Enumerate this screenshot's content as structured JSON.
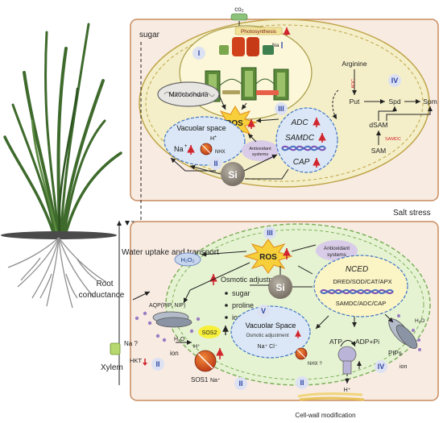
{
  "colors": {
    "panel_fill": "#f8ebe2",
    "panel_border": "#c88b5e",
    "cell_fill": "#f4efc9",
    "cell_border": "#c0a54a",
    "root_cell_fill": "#e6f3d2",
    "root_cell_border": "#7fb05d",
    "vacuole_fill": "#dbe7f6",
    "vacuole_border": "#3f74c7",
    "ros_fill": "#f6cf3a",
    "si_fill": "#958d7f",
    "antioxidant_fill": "#d9cce8",
    "nced_fill": "#fbf4c5",
    "numeral_fill": "#dde2f3",
    "numeral_text": "#2d46a3",
    "up_arrow": "#d1252e",
    "down_arrow": "#2c47a3",
    "plant_green": "#3e6a2c",
    "root_gray": "#8f8f8f"
  },
  "labels": {
    "co2": "co₂",
    "sugar": "sugar",
    "mitochondria": "Mitochondria",
    "ros": "ROS",
    "vacuolar_space": "Vacuolar space",
    "na_plus": "Na",
    "h_plus": "H",
    "nhx": "NHX",
    "antioxidant_systems": "Antioxidant systems",
    "si": "Si",
    "adc": "ADC",
    "samdc": "SAMDC",
    "cap": "CAP",
    "arginine": "Arginine",
    "adc_small": "ADC",
    "put": "Put",
    "spd": "Spd",
    "spm": "Spm",
    "dsam": "dSAM",
    "samdc_small": "SAMDC",
    "sam": "SAM",
    "photosynthesis": "Photosynthesis",
    "na_chloro": "Na",
    "salt_stress": "Salt stress",
    "water_uptake": "Water uptake and transport",
    "root_conductance": "Root\nconductance",
    "xylem": "Xylem",
    "h2o2": "H₂O₂",
    "osmotic_adjustment": "Osmotic adjustment",
    "osm_items": [
      "sugar",
      "proline",
      "ion"
    ],
    "nced": "NCED",
    "dred": "DRED/SOD/CAT/APX",
    "samdc_adc_cap": "SAMDC/ADC/CAP",
    "aqp": "AQP(PIP, NIP)",
    "h2o": "H₂O",
    "h2o_right": "H₂O",
    "ion": "ion",
    "ion_right": "ion",
    "sos2": "SOS2",
    "vacuolar_space_root": "Vacuolar Space",
    "osmotic_adjustment_small": "Osmotic adjustment",
    "na_cl": "Na⁺    Cl⁻",
    "na_q": "Na ?",
    "hkt": "HKT",
    "sos1": "SOS1",
    "na_sos": "Na⁺",
    "h_sos": "H⁺",
    "nhx_q": "NHX ?",
    "atp": "ATP",
    "adp_pi": "ADP+Pi",
    "h_pump": "H⁺",
    "pips": "PIPs",
    "cell_wall": "Cell-wall modification"
  },
  "numerals": {
    "leaf_I": "I",
    "leaf_II": "II",
    "leaf_III": "III",
    "leaf_IV": "IV",
    "root_III": "III",
    "root_V": "V",
    "root_II_left": "II",
    "root_II_sos": "II",
    "root_II_nhx": "II",
    "root_IV": "IV"
  }
}
